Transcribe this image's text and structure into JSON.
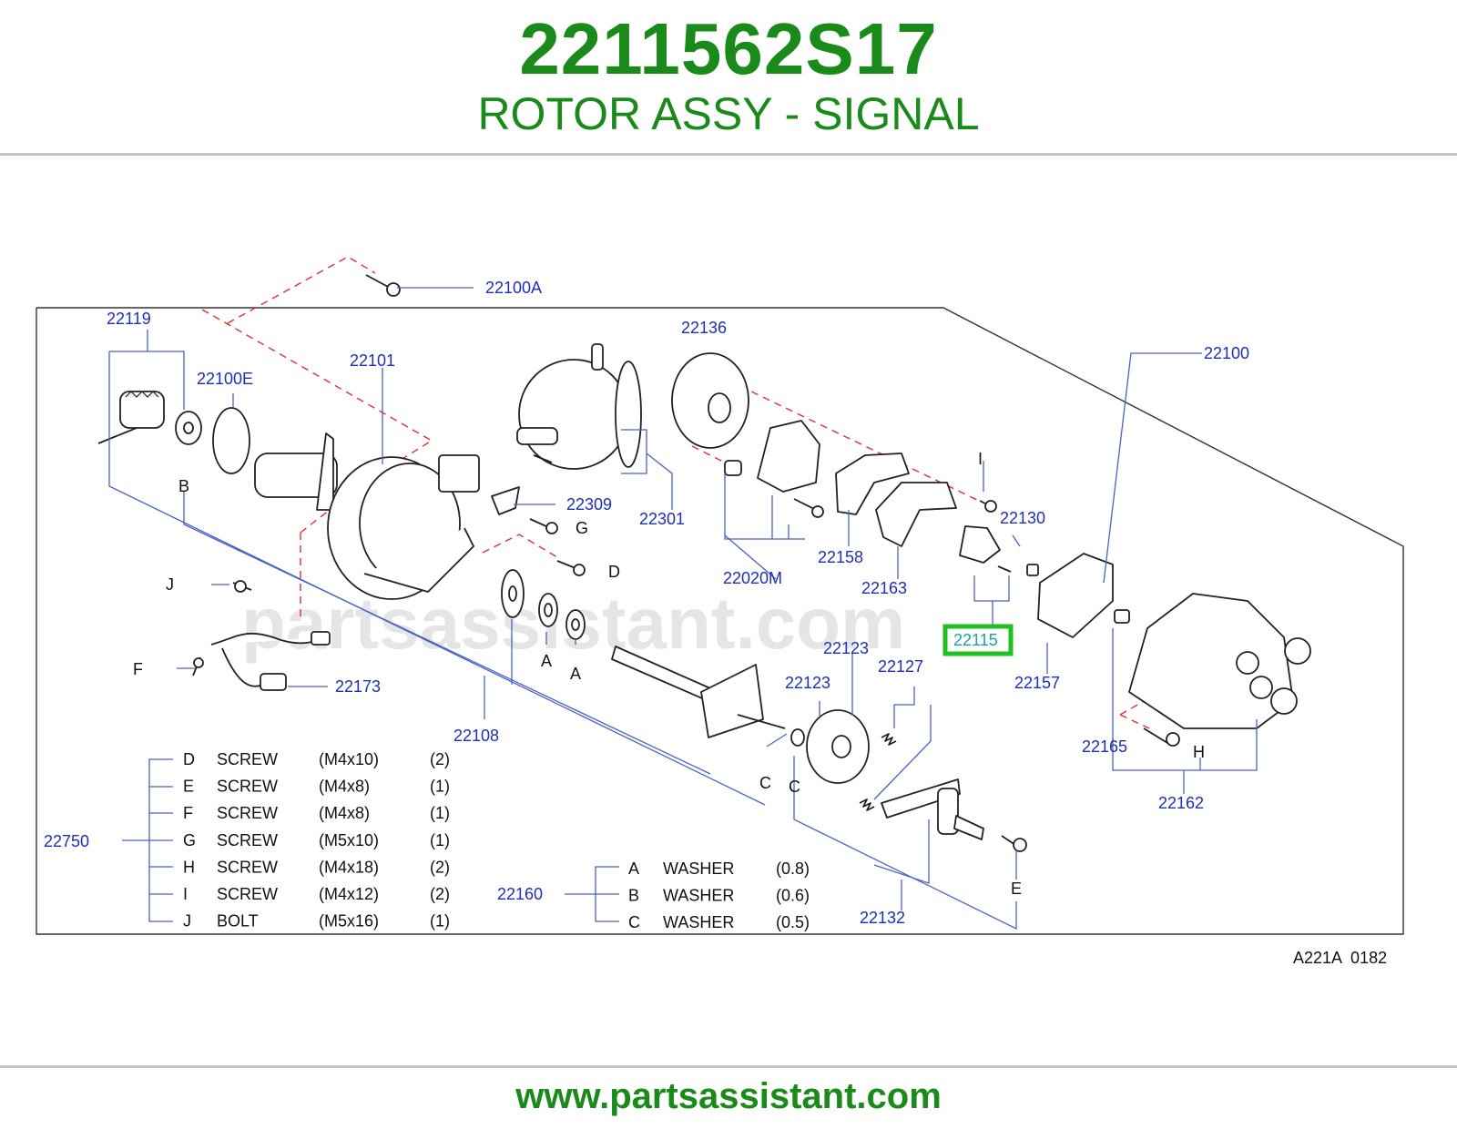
{
  "header": {
    "part_number": "2211562S17",
    "part_name": "ROTOR ASSY - SIGNAL"
  },
  "footer": {
    "url": "www.partsassistant.com"
  },
  "watermark": "partsassistant.com",
  "colors": {
    "brand_green": "#1a8a1a",
    "label_blue": "#1f2fb8",
    "highlight": "#1fc01f",
    "dashed_line": "#e03030"
  },
  "diagram": {
    "ref_code": "A221A  0182",
    "highlighted_label": "22115",
    "labels": {
      "l22100A": "22100A",
      "l22119": "22119",
      "l22100E": "22100E",
      "l22101": "22101",
      "l22136": "22136",
      "l22100": "22100",
      "l22309": "22309",
      "l22301": "22301",
      "l22130": "22130",
      "l22158": "22158",
      "l22020M": "22020M",
      "l22163": "22163",
      "l22115": "22115",
      "l22157": "22157",
      "l22123a": "22123",
      "l22123b": "22123",
      "l22127": "22127",
      "l22173": "22173",
      "l22108": "22108",
      "l22165": "22165",
      "l22162": "22162",
      "l22132": "22132",
      "l22750": "22750",
      "l22160": "22160"
    },
    "letters": {
      "B": "B",
      "G": "G",
      "D": "D",
      "J": "J",
      "F": "F",
      "A1": "A",
      "A2": "A",
      "C1": "C",
      "C2": "C",
      "I": "I",
      "H": "H",
      "E": "E"
    }
  },
  "screw_table": {
    "group": "22750",
    "rows": [
      {
        "key": "D",
        "name": "SCREW",
        "size": "(M4x10)",
        "qty": "(2)"
      },
      {
        "key": "E",
        "name": "SCREW",
        "size": "(M4x8)",
        "qty": "(1)"
      },
      {
        "key": "F",
        "name": "SCREW",
        "size": "(M4x8)",
        "qty": "(1)"
      },
      {
        "key": "G",
        "name": "SCREW",
        "size": "(M5x10)",
        "qty": "(1)"
      },
      {
        "key": "H",
        "name": "SCREW",
        "size": "(M4x18)",
        "qty": "(2)"
      },
      {
        "key": "I",
        "name": "SCREW",
        "size": "(M4x12)",
        "qty": "(2)"
      },
      {
        "key": "J",
        "name": "BOLT",
        "size": "(M5x16)",
        "qty": "(1)"
      }
    ]
  },
  "washer_table": {
    "group": "22160",
    "rows": [
      {
        "key": "A",
        "name": "WASHER",
        "size": "(0.8)"
      },
      {
        "key": "B",
        "name": "WASHER",
        "size": "(0.6)"
      },
      {
        "key": "C",
        "name": "WASHER",
        "size": "(0.5)"
      }
    ]
  }
}
